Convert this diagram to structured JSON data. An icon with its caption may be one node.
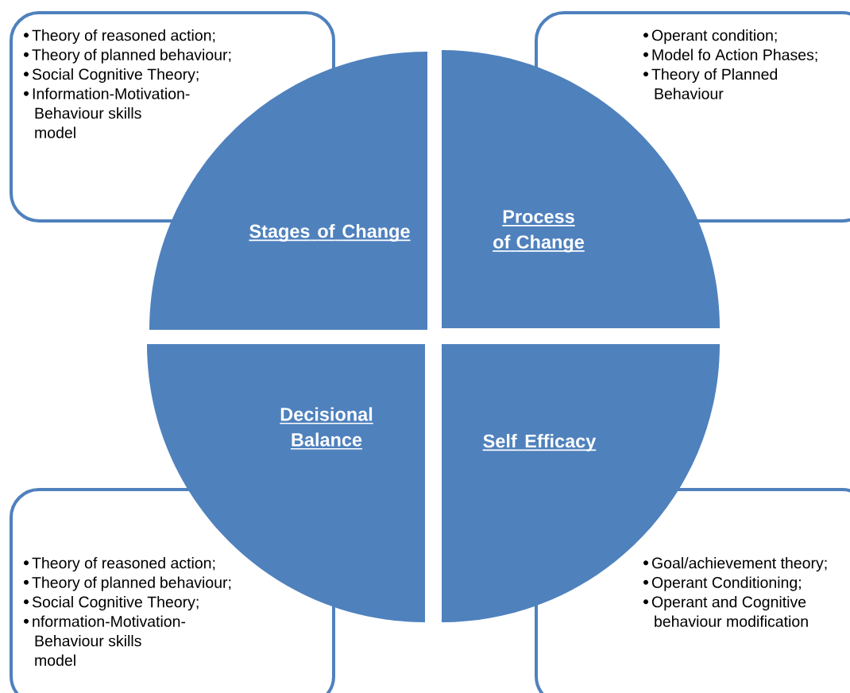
{
  "diagram": {
    "nodes": [
      {
        "text": [
          "Theory of reasoned action;",
          "Theory of planned behaviour;",
          "Social Cognitive Theory;",
          "Information-Motivation-Behaviour skills model"
        ]
      },
      {
        "text": [
          "Operant condition;",
          "Model fo Action Phases;",
          "Theory of Planned Behaviour"
        ]
      },
      {
        "text": [
          "Stages of Change"
        ]
      },
      {
        "text": [
          "Process of Change"
        ]
      },
      {
        "text": [
          "Decisional Balance"
        ]
      },
      {
        "text": [
          "Self Efficacy"
        ]
      },
      {
        "text": [
          "Theory of reasoned action;",
          "Theory of planned behaviour;",
          "Social Cognitive Theory;",
          "nformation-Motivation-Behaviour skills model"
        ]
      },
      {
        "text": [
          "Goal/achievement theory;",
          "Operant Conditioning;",
          "Operant and Cognitive behaviour modification"
        ]
      }
    ]
  }
}
